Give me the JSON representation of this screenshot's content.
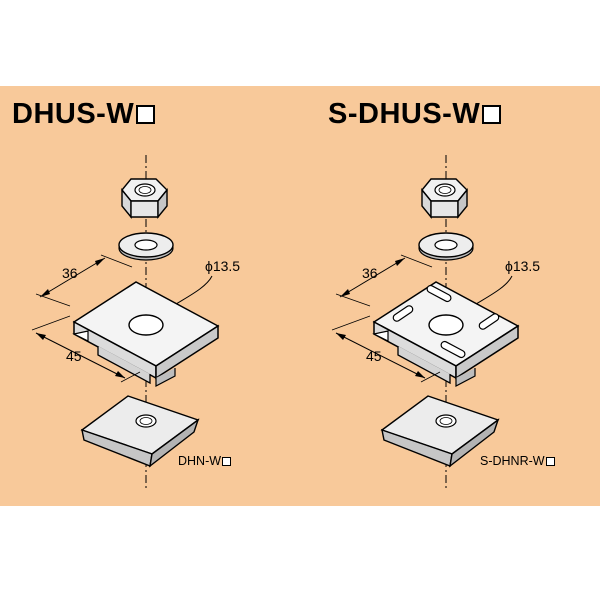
{
  "panel_color": "#f8c99a",
  "left": {
    "title": "DHUS-W",
    "dim_width": "36",
    "dim_depth": "45",
    "dim_hole": "ϕ13.5",
    "sub_label": "DHN-W"
  },
  "right": {
    "title": "S-DHUS-W",
    "dim_width": "36",
    "dim_depth": "45",
    "dim_hole": "ϕ13.5",
    "sub_label": "S-DHNR-W"
  }
}
